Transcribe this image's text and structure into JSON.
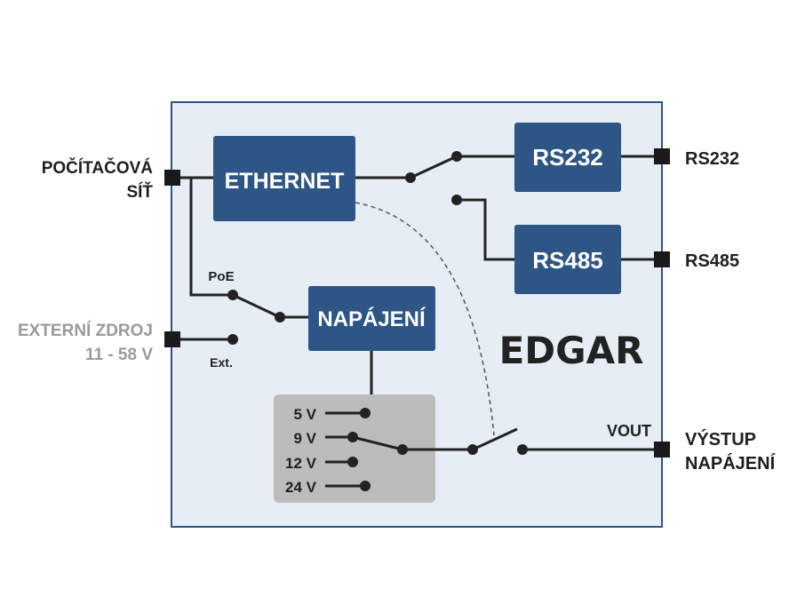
{
  "device": {
    "name": "EDGAR"
  },
  "blocks": {
    "ethernet": "ETHERNET",
    "rs232": "RS232",
    "rs485": "RS485",
    "power": "NAPÁJENÍ"
  },
  "ports": {
    "network_line1": "POČÍTAČOVÁ",
    "network_line2": "SÍŤ",
    "external_line1": "EXTERNÍ ZDROJ",
    "external_line2": "11 - 58 V",
    "rs232": "RS232",
    "rs485": "RS485",
    "output_line1": "VÝSTUP",
    "output_line2": "NAPÁJENÍ"
  },
  "switch_labels": {
    "poe": "PoE",
    "ext": "Ext.",
    "vout": "VOUT"
  },
  "voltages": [
    "5 V",
    "9 V",
    "12 V",
    "24 V"
  ],
  "colors": {
    "block": "#2d5586",
    "device_bg": "#e6edf5",
    "device_border": "#2d5586",
    "selector_bg": "#bcbcbc",
    "external_label": "#9a9a9a"
  }
}
